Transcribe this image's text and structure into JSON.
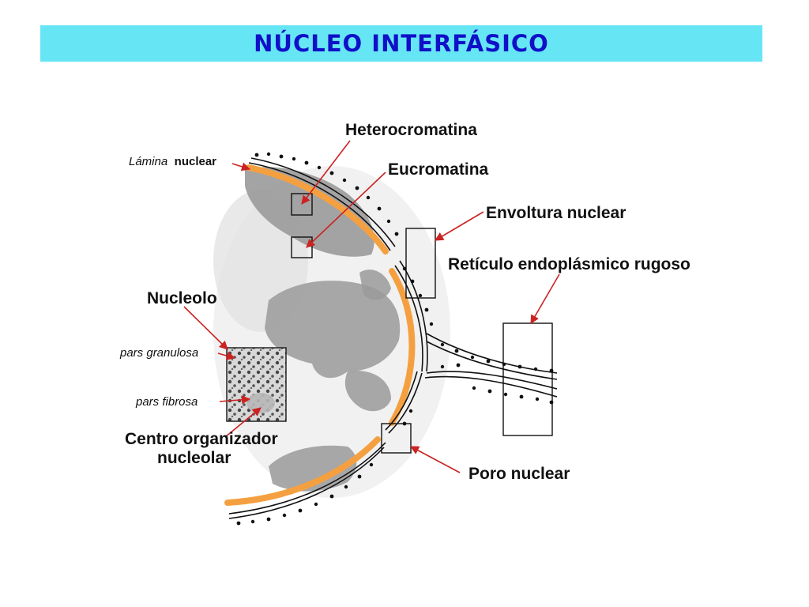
{
  "slide": {
    "title": "NÚCLEO INTERFÁSICO"
  },
  "colors": {
    "title_bar": "#66e5f5",
    "title_text": "#1010c8",
    "lamina": "#f5a040",
    "chromatin": "#9a9a9a",
    "arrow": "#cc2222"
  },
  "labels": {
    "lamina_italic": "Lámina",
    "lamina_bold": "nuclear",
    "heterocromatina": "Heterocromatina",
    "eucromatina": "Eucromatina",
    "envoltura": "Envoltura nuclear",
    "reticulo": "Retículo endoplásmico rugoso",
    "nucleolo": "Nucleolo",
    "pars_granulosa": "pars granulosa",
    "pars_fibrosa": "pars fibrosa",
    "centro_line1": "Centro organizador",
    "centro_line2": "nucleolar",
    "poro": "Poro nuclear"
  }
}
